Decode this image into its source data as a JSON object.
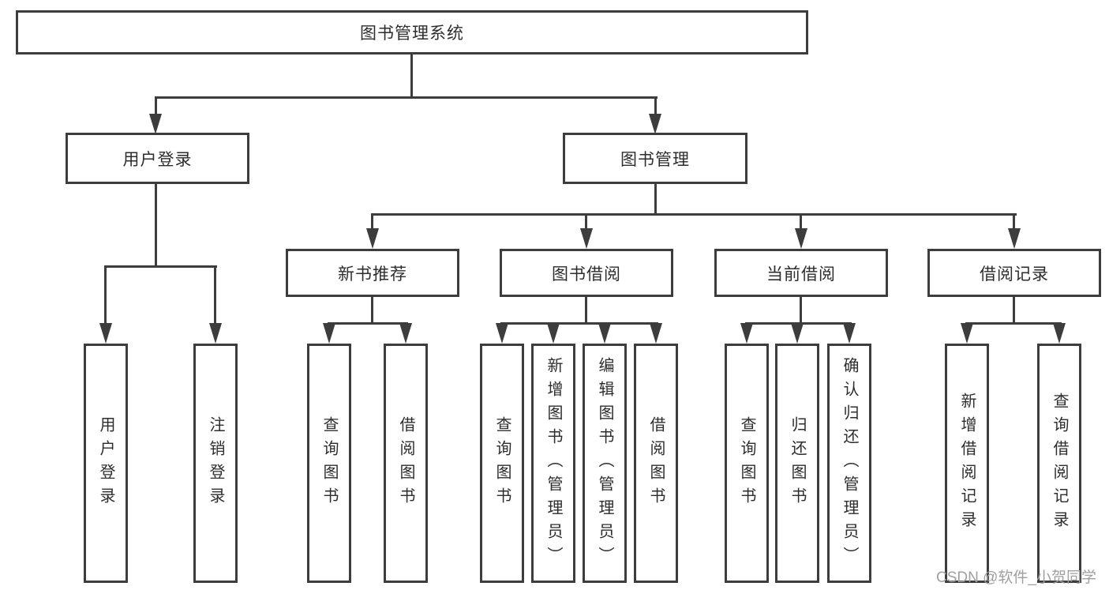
{
  "diagram_type": "hierarchy-tree",
  "tree": {
    "root": {
      "label": "图书管理系统",
      "children": [
        {
          "label": "用户登录",
          "children": [
            {
              "label": "用户登录"
            },
            {
              "label": "注销登录"
            }
          ]
        },
        {
          "label": "图书管理",
          "children": [
            {
              "label": "新书推荐",
              "children": [
                {
                  "label": "查询图书"
                },
                {
                  "label": "借阅图书"
                }
              ]
            },
            {
              "label": "图书借阅",
              "children": [
                {
                  "label": "查询图书"
                },
                {
                  "label": "新增图书（管理员）"
                },
                {
                  "label": "编辑图书（管理员）"
                },
                {
                  "label": "借阅图书"
                }
              ]
            },
            {
              "label": "当前借阅",
              "children": [
                {
                  "label": "查询图书"
                },
                {
                  "label": "归还图书"
                },
                {
                  "label": "确认归还（管理员）"
                }
              ]
            },
            {
              "label": "借阅记录",
              "children": [
                {
                  "label": "新增借阅记录"
                },
                {
                  "label": "查询借阅记录"
                }
              ]
            }
          ]
        }
      ]
    }
  },
  "watermark": {
    "text": "CSDN @软件_小贺同学"
  },
  "colors": {
    "line": "#3d3d3d",
    "text": "#2d2d2d",
    "watermark": "#9f9f9f",
    "background": "#ffffff"
  }
}
